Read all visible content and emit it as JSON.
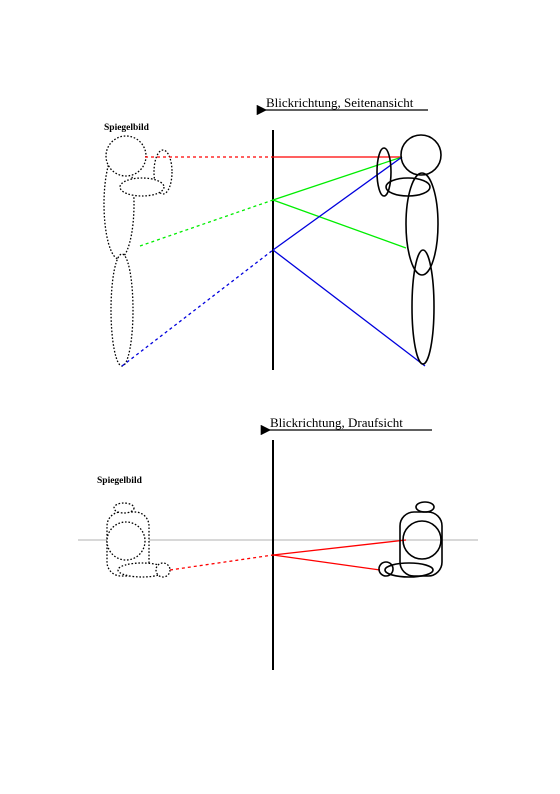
{
  "side_view": {
    "caption": "Blickrichtung, Seitenansicht",
    "mirror_label": "Spiegelbild"
  },
  "top_view": {
    "caption": "Blickrichtung, Draufsicht",
    "mirror_label": "Spiegelbild"
  },
  "colors": {
    "ray_head": "#ff0000",
    "ray_waist": "#00ee00",
    "ray_feet": "#0000dd",
    "axis_line": "#999999",
    "ink": "#000000"
  }
}
